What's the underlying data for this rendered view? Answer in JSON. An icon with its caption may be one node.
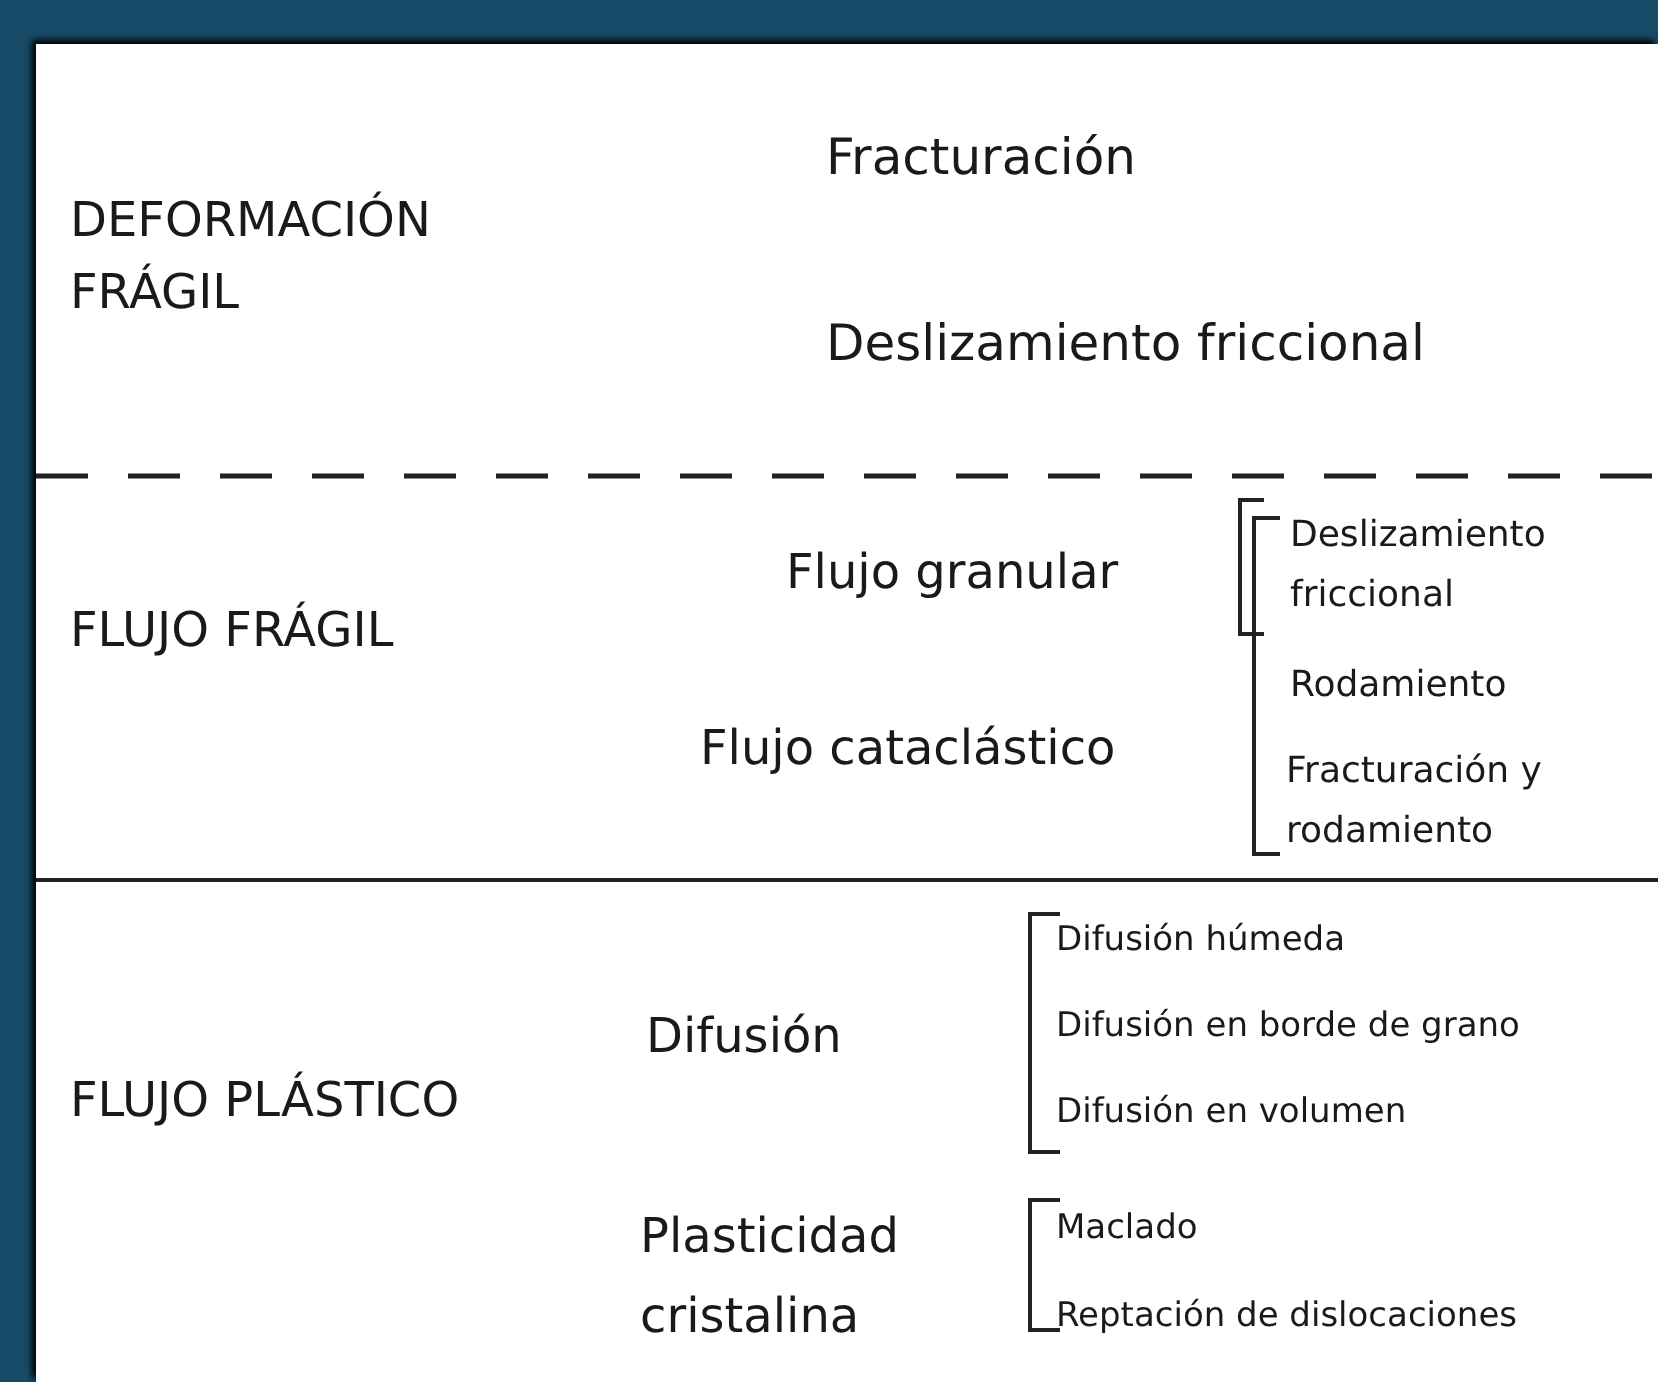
{
  "diagram": {
    "labels": [
      "DEFORMACIÓN FRÁGIL",
      "Fracturación",
      "Deslizamiento friccional",
      "Flujo granular",
      "Deslizamiento friccional",
      "FLUJO FRÁGIL",
      "Rodamiento",
      "Flujo cataclástico",
      "Fracturación y rodamiento",
      "Difusión húmeda",
      "Difusión",
      "Difusión en borde de grano",
      "FLUJO PLÁSTICO",
      "Difusión en volumen",
      "Plasticidad cristalina",
      "Maclado",
      "Reptación de dislocaciones"
    ]
  }
}
